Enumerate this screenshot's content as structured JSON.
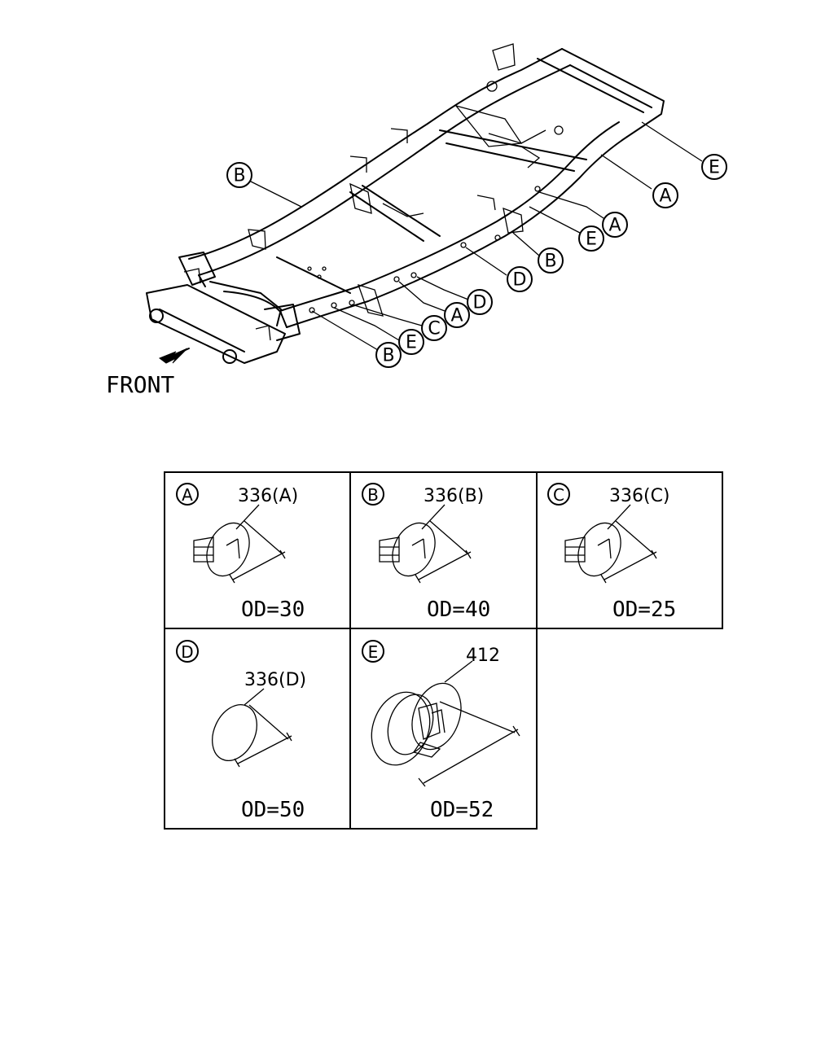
{
  "diagram": {
    "front_label": "FRONT",
    "frame_callouts": [
      "E",
      "A",
      "A",
      "E",
      "B",
      "D",
      "D",
      "A",
      "C",
      "E",
      "B",
      "B"
    ]
  },
  "plugs": [
    {
      "letter": "A",
      "part": "336(A)",
      "od": "OD=30"
    },
    {
      "letter": "B",
      "part": "336(B)",
      "od": "OD=40"
    },
    {
      "letter": "C",
      "part": "336(C)",
      "od": "OD=25"
    },
    {
      "letter": "D",
      "part": "336(D)",
      "od": "OD=50"
    },
    {
      "letter": "E",
      "part": "412",
      "od": "OD=52"
    }
  ]
}
